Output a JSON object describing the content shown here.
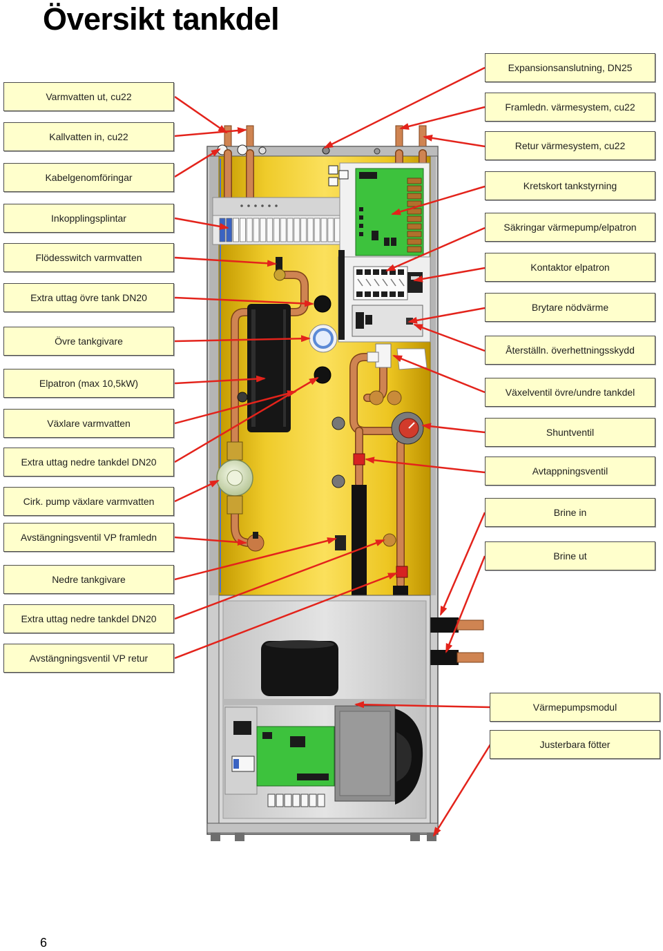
{
  "title": "Översikt tankdel",
  "page_number": "6",
  "left_labels": [
    "Varmvatten ut, cu22",
    "Kallvatten in, cu22",
    "Kabelgenomföringar",
    "Inkopplingsplintar",
    "Flödesswitch varmvatten",
    "Extra uttag övre tank DN20",
    "Övre tankgivare",
    "Elpatron (max 10,5kW)",
    "Växlare varmvatten",
    "Extra uttag nedre tankdel DN20",
    "Cirk. pump växlare varmvatten",
    "Avstängningsventil VP framledn",
    "Nedre tankgivare",
    "Extra uttag nedre tankdel DN20",
    "Avstängningsventil VP retur"
  ],
  "right_labels": [
    "Expansionsanslutning, DN25",
    "Framledn. värmesystem, cu22",
    "Retur värmesystem, cu22",
    "Kretskort tankstyrning",
    "Säkringar värmepump/elpatron",
    "Kontaktor elpatron",
    "Brytare nödvärme",
    "Återställn. överhettningsskydd",
    "Växelventil övre/undre tankdel",
    "Shuntventil",
    "Avtappningsventil",
    "Brine in",
    "Brine ut"
  ],
  "module_labels": [
    "Värmepumpsmodul",
    "Justerbara fötter"
  ],
  "colors": {
    "label_fill": "#FFFFCC",
    "arrow": "#E3231B",
    "tank": "#F0CC1A",
    "copper": "#CF8452",
    "circuit_board": "#3DC23D"
  }
}
